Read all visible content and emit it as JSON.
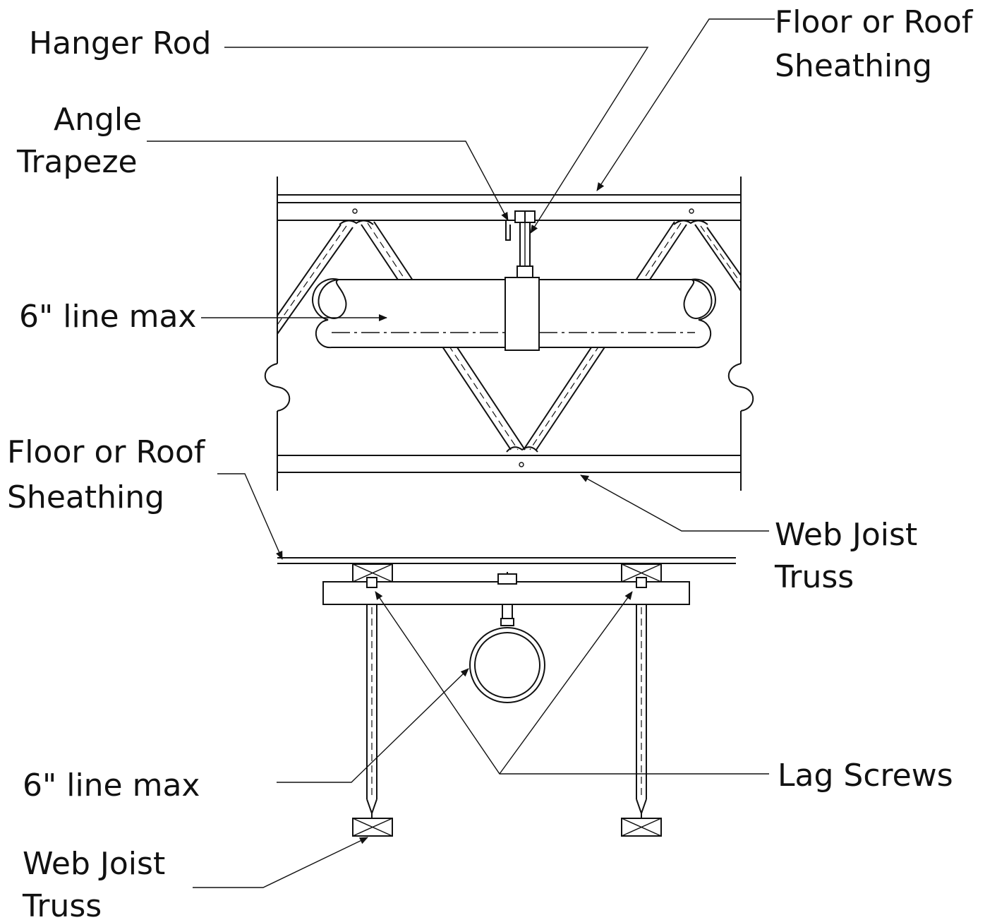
{
  "labels": {
    "hanger_rod": "Hanger Rod",
    "angle_trapeze_line1": "Angle",
    "angle_trapeze_line2": "Trapeze",
    "sheathing_top_line1": "Floor or Roof",
    "sheathing_top_line2": "Sheathing",
    "line_max_top": "6\" line max",
    "sheathing_left_line1": "Floor or Roof",
    "sheathing_left_line2": "Sheathing",
    "web_joist_right_line1": "Web Joist",
    "web_joist_right_line2": "Truss",
    "line_max_bottom": "6\" line max",
    "lag_screws": "Lag Screws",
    "web_joist_bottom_line1": "Web Joist",
    "web_joist_bottom_line2": "Truss"
  },
  "colors": {
    "ink": "#111111",
    "paper": "#ffffff"
  }
}
